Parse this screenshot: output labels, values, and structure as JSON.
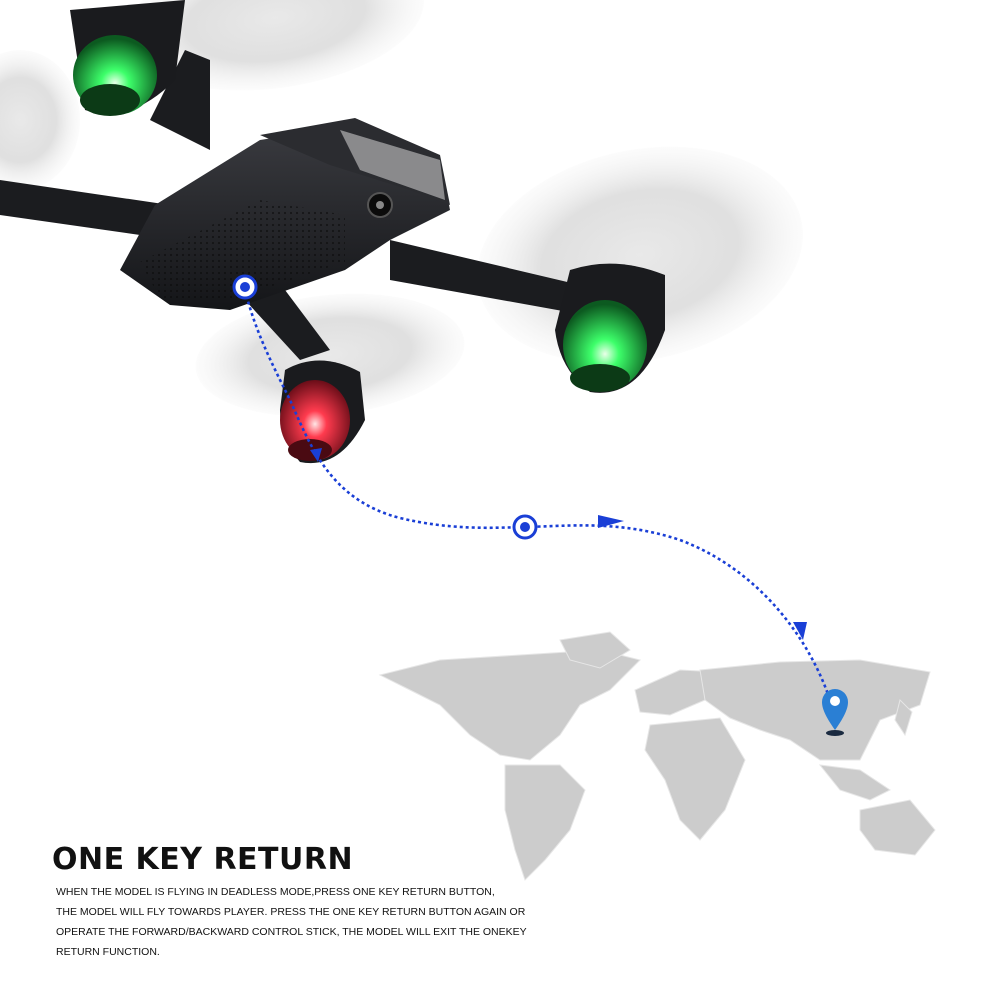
{
  "feature": {
    "title": "ONE KEY RETURN",
    "description_lines": [
      "WHEN THE MODEL IS FLYING IN DEADLESS MODE,PRESS ONE KEY RETURN BUTTON,",
      "THE MODEL WILL FLY TOWARDS PLAYER. PRESS THE ONE KEY RETURN BUTTON AGAIN OR",
      "OPERATE THE FORWARD/BACKWARD CONTROL STICK, THE MODEL WILL EXIT THE ONEKEY",
      "RETURN FUNCTION."
    ]
  },
  "colors": {
    "path": "#1a3fd6",
    "led_green": "#22d84a",
    "led_red": "#e0203a",
    "drone_body": "#1e1f22",
    "map": "#cfcfcf",
    "pin": "#2a7fd4"
  },
  "icons": {
    "start_marker": "target-circle-icon",
    "mid_marker": "target-circle-icon",
    "destination": "location-pin-icon"
  }
}
